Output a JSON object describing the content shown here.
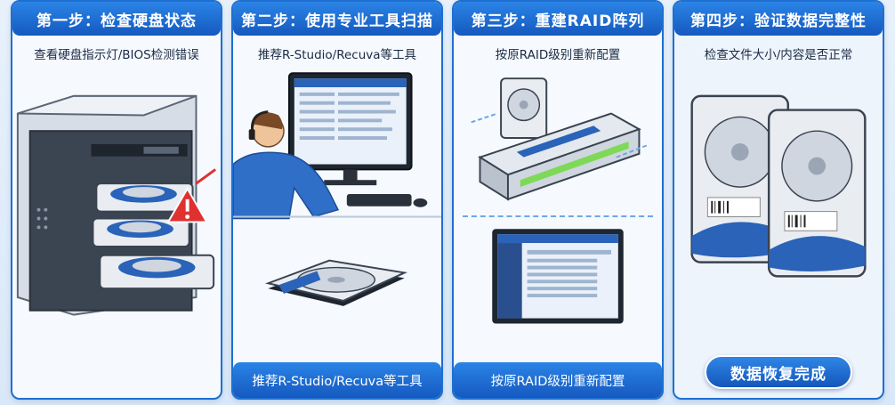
{
  "steps": [
    {
      "title": "第一步：检查硬盘状态",
      "subtitle": "查看硬盘指示灯/BIOS检测错误",
      "footer": ""
    },
    {
      "title": "第二步：使用专业工具扫描",
      "subtitle": "推荐R-Studio/Recuva等工具",
      "footer": "推荐R-Studio/Recuva等工具"
    },
    {
      "title": "第三步：重建RAID阵列",
      "subtitle": "按原RAID级别重新配置",
      "footer": "按原RAID级别重新配置"
    },
    {
      "title": "第四步：验证数据完整性",
      "subtitle": "检查文件大小/内容是否正常",
      "footer": ""
    }
  ],
  "done_label": "数据恢复完成",
  "colors": {
    "header_blue": "#1f6fd1",
    "drive_blue": "#2a63b8",
    "led_green": "#7ed957",
    "warning_red": "#e03131"
  }
}
